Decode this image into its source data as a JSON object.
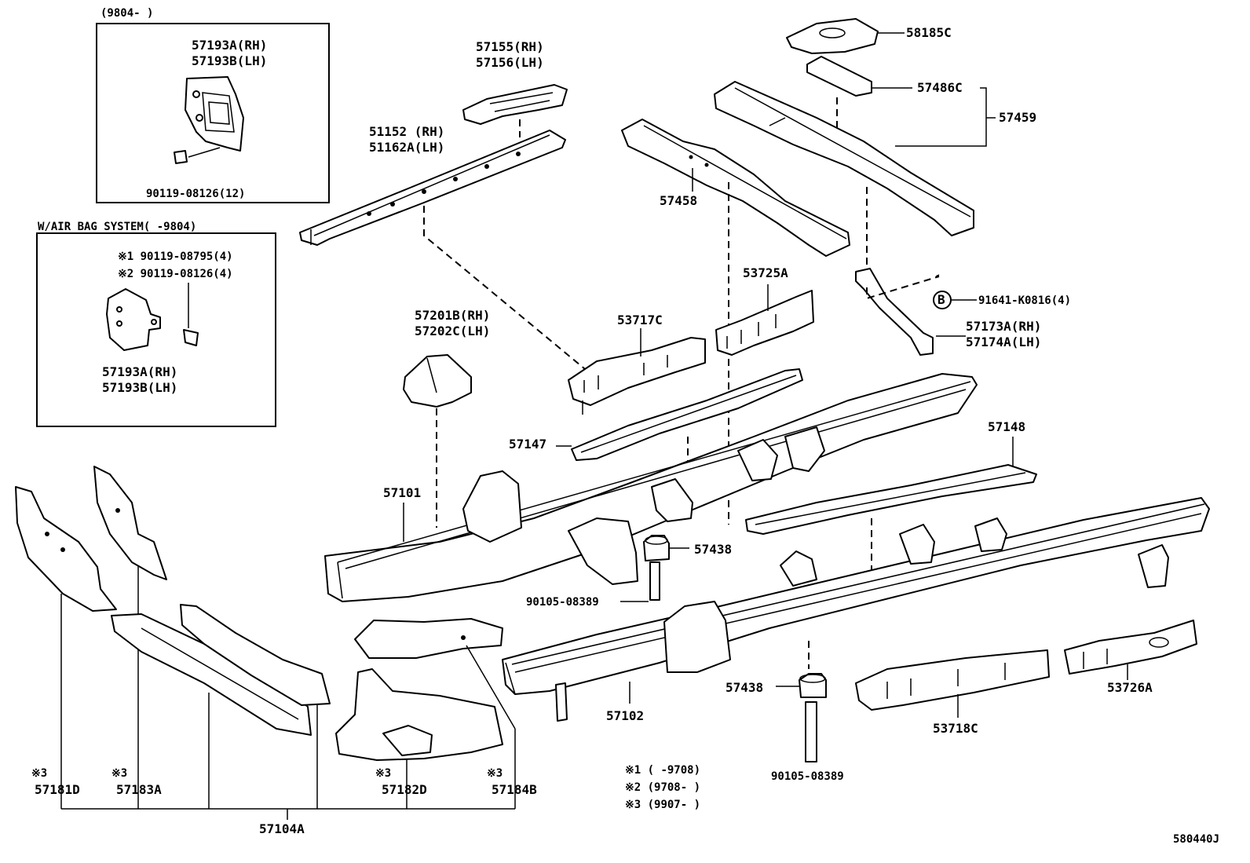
{
  "inset1": {
    "date_range": "(9804-      )",
    "part_a": "57193A(RH)",
    "part_b": "57193B(LH)",
    "bolt": "90119-08126(12)"
  },
  "inset2": {
    "title": "W/AIR BAG SYSTEM(     -9804)",
    "bolt1": "※1 90119-08795(4)",
    "bolt2": "※2 90119-08126(4)",
    "part_a": "57193A(RH)",
    "part_b": "57193B(LH)"
  },
  "labels": {
    "p57155": "57155(RH)",
    "p57156": "57156(LH)",
    "p51152": "51152  (RH)",
    "p51162a": "51162A(LH)",
    "p58185c": "58185C",
    "p57486c": "57486C",
    "p57459": "57459",
    "p57458": "57458",
    "p53725a": "53725A",
    "p53717c": "53717C",
    "p57201b": "57201B(RH)",
    "p57202c": "57202C(LH)",
    "p91641": "91641-K0816(4)",
    "p57173a": "57173A(RH)",
    "p57174a": "57174A(LH)",
    "p57147": "57147",
    "p57148": "57148",
    "p57101": "57101",
    "p57438_top": "57438",
    "p90105_top": "90105-08389",
    "p57438_bot": "57438",
    "p90105_bot": "90105-08389",
    "p57102": "57102",
    "p53718c": "53718C",
    "p53726a": "53726A",
    "p57181d": "57181D",
    "p57183a": "57183A",
    "p57182d": "57182D",
    "p57184b": "57184B",
    "p57104a": "57104A",
    "mark3_a": "※3",
    "mark3_b": "※3",
    "mark3_c": "※3",
    "mark3_d": "※3",
    "circle_b": "B"
  },
  "legend": {
    "note1": "※1 (     -9708)",
    "note2": "※2 (9708-     )",
    "note3": "※3 (9907-     )"
  },
  "diagram_code": "580440J"
}
